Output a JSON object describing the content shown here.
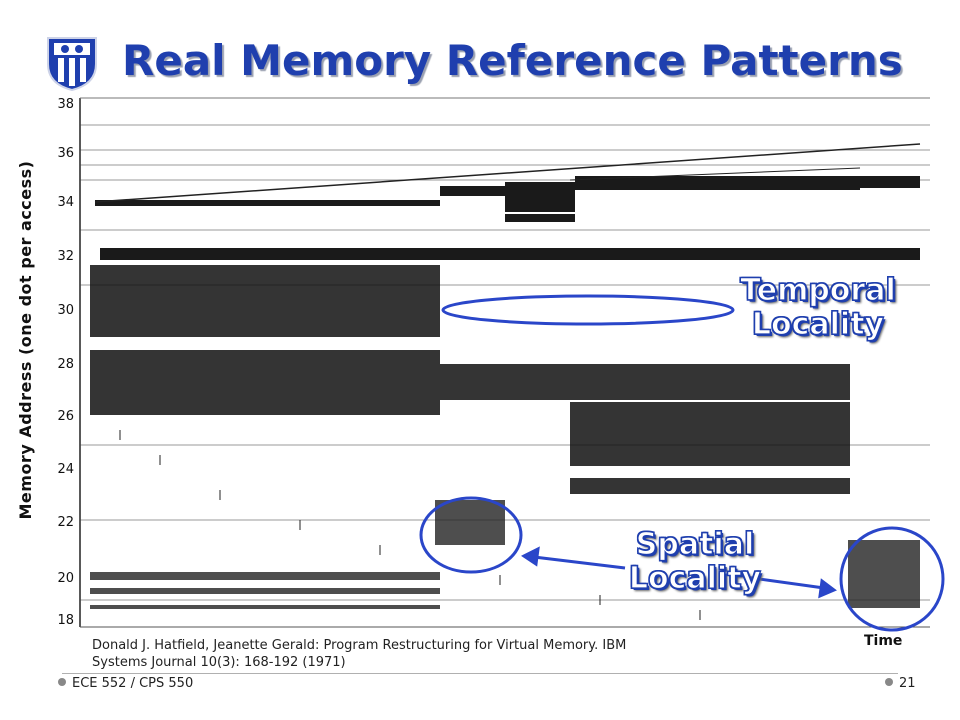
{
  "slide": {
    "title": "Real Memory Reference Patterns",
    "y_axis_label": "Memory Address (one dot per access)",
    "x_axis_label": "Time",
    "y_ticks": [
      "38",
      "36",
      "34",
      "32",
      "30",
      "28",
      "26",
      "24",
      "22",
      "20",
      "18"
    ],
    "callouts": {
      "temporal": [
        "Temporal",
        "Locality"
      ],
      "spatial": [
        "Spatial",
        "Locality"
      ]
    },
    "citation": [
      "Donald J. Hatfield, Jeanette Gerald: Program Restructuring for Virtual Memory. IBM",
      "Systems Journal 10(3): 168-192 (1971)"
    ],
    "footer": {
      "course": "ECE 552 / CPS 550",
      "page_number": "21"
    }
  },
  "colors": {
    "title": "#1f3fae",
    "callout_outline": "#1f3fae",
    "ellipse": "#2a46c9",
    "logo": "#1f3fae"
  },
  "icons": {
    "logo": "duke-shield-icon"
  }
}
